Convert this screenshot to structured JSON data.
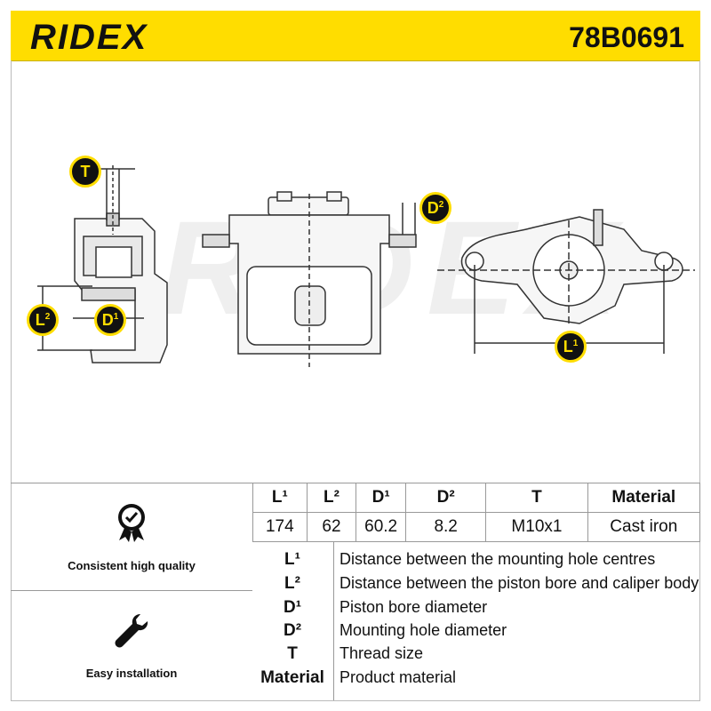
{
  "header": {
    "brand": "RIDEX",
    "part_number": "78B0691"
  },
  "watermark": "RIDEX",
  "drawing_labels": {
    "t": "T",
    "l2": "L",
    "l2_sup": "2",
    "d1": "D",
    "d1_sup": "1",
    "d2": "D",
    "d2_sup": "2",
    "l1": "L",
    "l1_sup": "1"
  },
  "features": [
    {
      "icon": "check-badge-icon",
      "label": "Consistent high quality"
    },
    {
      "icon": "wrench-icon",
      "label": "Easy installation"
    }
  ],
  "spec_table": {
    "headers": [
      "L¹",
      "L²",
      "D¹",
      "D²",
      "T",
      "Material"
    ],
    "values": [
      "174",
      "62",
      "60.2",
      "8.2",
      "M10x1",
      "Cast iron"
    ]
  },
  "legend": [
    {
      "symbol": "L¹",
      "description": "Distance between the mounting hole centres"
    },
    {
      "symbol": "L²",
      "description": "Distance between the piston bore and caliper body"
    },
    {
      "symbol": "D¹",
      "description": "Piston bore diameter"
    },
    {
      "symbol": "D²",
      "description": "Mounting hole diameter"
    },
    {
      "symbol": "T",
      "description": "Thread size"
    },
    {
      "symbol": "Material",
      "description": "Product material"
    }
  ],
  "colors": {
    "accent": "#ffdd00",
    "ink": "#111111"
  }
}
